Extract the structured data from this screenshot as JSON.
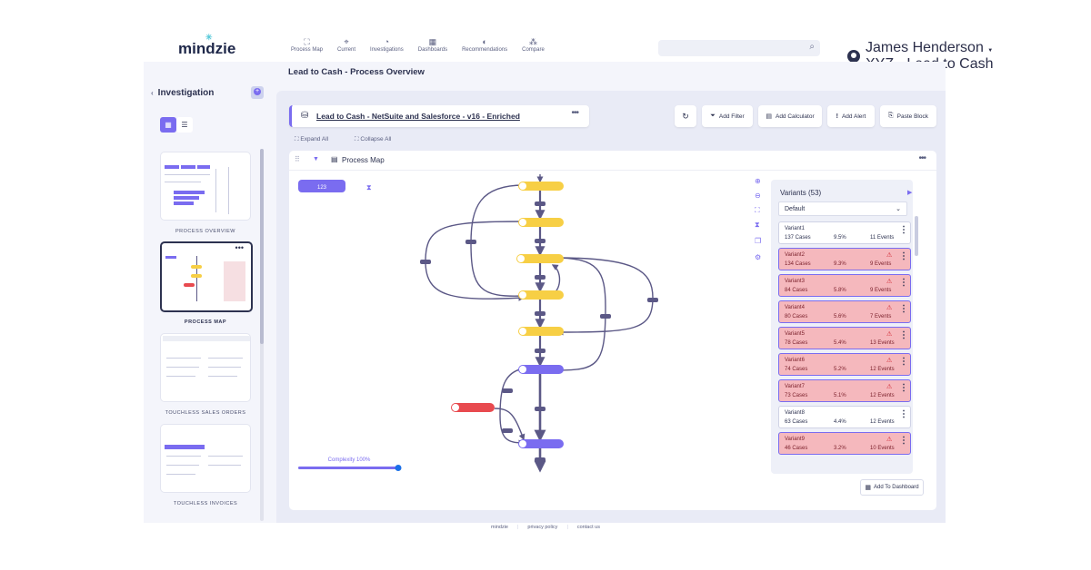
{
  "app": {
    "logo": "mindzie"
  },
  "nav": [
    {
      "label": "Process Map",
      "icon": "process-map-icon",
      "glyph": "⛶"
    },
    {
      "label": "Current",
      "icon": "location-icon",
      "glyph": "⌖"
    },
    {
      "label": "Investigations",
      "icon": "investigations-icon",
      "glyph": "◔"
    },
    {
      "label": "Dashboards",
      "icon": "dashboards-icon",
      "glyph": "▦"
    },
    {
      "label": "Recommendations",
      "icon": "recommendations-icon",
      "glyph": "◐"
    },
    {
      "label": "Compare",
      "icon": "compare-icon",
      "glyph": "⁂"
    }
  ],
  "search": {
    "placeholder": ""
  },
  "user": {
    "name": "James Henderson",
    "org": "XYZ - Lead to Cash"
  },
  "page": {
    "title": "Lead to Cash - Process Overview"
  },
  "sidebar": {
    "title": "Investigation",
    "thumbs": [
      {
        "label": "PROCESS OVERVIEW"
      },
      {
        "label": "PROCESS MAP"
      },
      {
        "label": "TOUCHLESS SALES ORDERS"
      },
      {
        "label": "TOUCHLESS INVOICES"
      }
    ]
  },
  "dataset": {
    "title": "Lead to Cash - NetSuite and Salesforce - v16 - Enriched",
    "more": "•••"
  },
  "toolbar": {
    "add_filter": "Add Filter",
    "add_calculator": "Add Calculator",
    "add_alert": "Add Alert",
    "paste_block": "Paste Block"
  },
  "actions": {
    "expand_all": "Expand All",
    "collapse_all": "Collapse All"
  },
  "process_map": {
    "title": "Process Map",
    "more": "•••",
    "mode_badge": "123",
    "complexity_label": "Complexity 100%",
    "complexity": 1.0,
    "add_to_dashboard": "Add To Dashboard"
  },
  "variants": {
    "title": "Variants (53)",
    "dropdown": "Default",
    "items": [
      {
        "name": "Variant1",
        "cases": "137 Cases",
        "pct": "9.5%",
        "events": "11 Events",
        "alert": false
      },
      {
        "name": "Variant2",
        "cases": "134 Cases",
        "pct": "9.3%",
        "events": "9 Events",
        "alert": true
      },
      {
        "name": "Variant3",
        "cases": "84 Cases",
        "pct": "5.8%",
        "events": "9 Events",
        "alert": true
      },
      {
        "name": "Variant4",
        "cases": "80 Cases",
        "pct": "5.6%",
        "events": "7 Events",
        "alert": true
      },
      {
        "name": "Variant5",
        "cases": "78 Cases",
        "pct": "5.4%",
        "events": "13 Events",
        "alert": true
      },
      {
        "name": "Variant6",
        "cases": "74 Cases",
        "pct": "5.2%",
        "events": "12 Events",
        "alert": true
      },
      {
        "name": "Variant7",
        "cases": "73 Cases",
        "pct": "5.1%",
        "events": "12 Events",
        "alert": true
      },
      {
        "name": "Variant8",
        "cases": "63 Cases",
        "pct": "4.4%",
        "events": "12 Events",
        "alert": false
      },
      {
        "name": "Variant9",
        "cases": "46 Cases",
        "pct": "3.2%",
        "events": "10 Events",
        "alert": true
      }
    ]
  },
  "footer": {
    "brand": "mindzie",
    "privacy": "privacy policy",
    "contact": "contact us"
  },
  "colors": {
    "accent": "#7a6cf0",
    "node": "#f7cf45",
    "red": "#e84a4f",
    "edge": "#5b5886"
  }
}
